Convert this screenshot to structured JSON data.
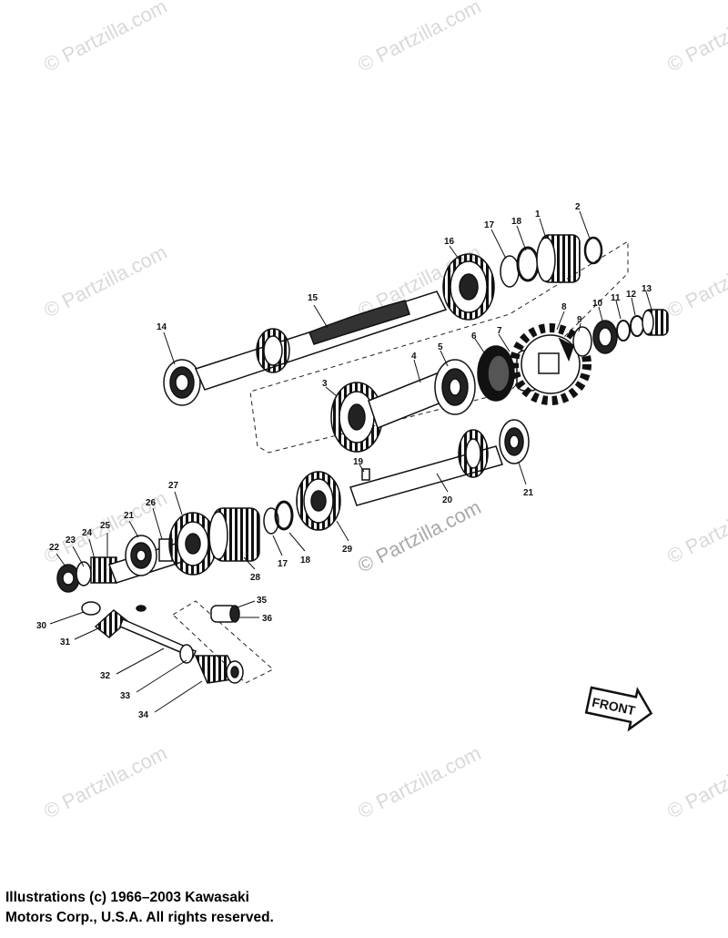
{
  "watermark": {
    "text": "© Partzilla.com"
  },
  "copyright": {
    "line1": "Illustrations (c) 1966–2003 Kawasaki",
    "line2": "Motors Corp., U.S.A.  All rights reserved."
  },
  "front_arrow": {
    "label": "FRONT"
  },
  "callouts": {
    "c1": "1",
    "c2": "2",
    "c3": "3",
    "c4": "4",
    "c5": "5",
    "c6": "6",
    "c7": "7",
    "c8": "8",
    "c9": "9",
    "c10": "10",
    "c11": "11",
    "c12": "12",
    "c13": "13",
    "c14": "14",
    "c15": "15",
    "c16": "16",
    "c17a": "17",
    "c18a": "18",
    "c19": "19",
    "c20": "20",
    "c21a": "21",
    "c21b": "21",
    "c22": "22",
    "c23": "23",
    "c24": "24",
    "c25": "25",
    "c26": "26",
    "c27": "27",
    "c28": "28",
    "c29": "29",
    "c17b": "17",
    "c18b": "18",
    "c30": "30",
    "c31": "31",
    "c32": "32",
    "c33": "33",
    "c34": "34",
    "c35": "35",
    "c36": "36"
  }
}
